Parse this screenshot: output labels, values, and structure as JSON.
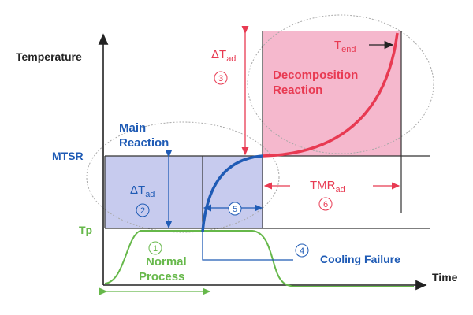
{
  "labels": {
    "y_axis": "Temperature",
    "x_axis": "Time",
    "mtsr": "MTSR",
    "tp": "Tp",
    "main_reaction_1": "Main",
    "main_reaction_2": "Reaction",
    "decomposition_1": "Decomposition",
    "decomposition_2": "Reaction",
    "normal_1": "Normal",
    "normal_2": "Process",
    "cooling_failure": "Cooling Failure",
    "delta_t_prefix": "ΔT",
    "delta_t_sub": "ad",
    "t_end_prefix": "T",
    "t_end_sub": "end",
    "tmr_prefix": "TMR",
    "tmr_sub": "ad"
  },
  "markers": {
    "m1": "1",
    "m2": "2",
    "m3": "3",
    "m4": "4",
    "m5": "5",
    "m6": "6"
  },
  "colors": {
    "blue": "#1f5bb5",
    "red": "#e83a52",
    "green": "#66b84a",
    "pink_fill": "#f5b8cd",
    "lavender_fill": "#c7cbee",
    "axis": "#222222"
  }
}
